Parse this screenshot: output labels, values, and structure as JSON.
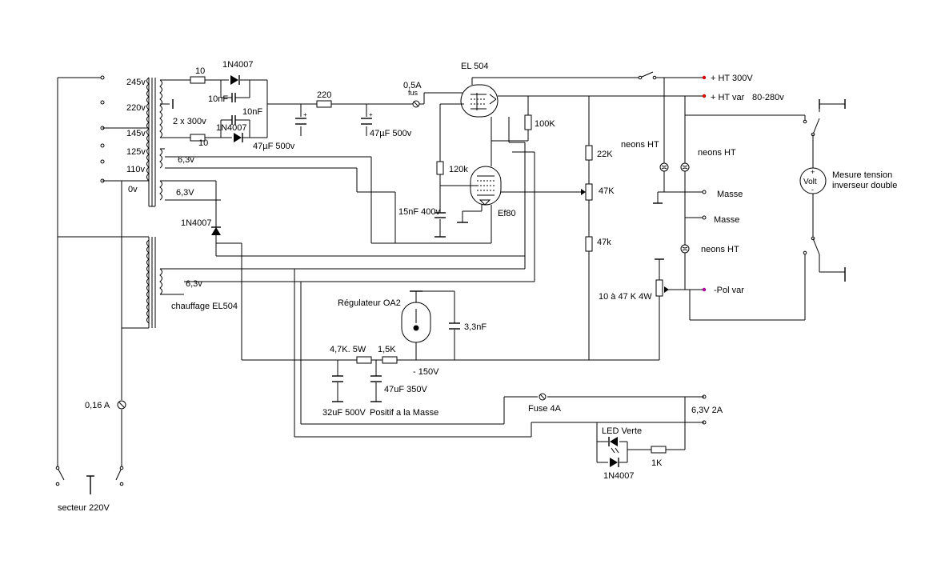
{
  "transformer_taps": [
    "245v",
    "220v",
    "145v",
    "125v",
    "110v",
    "0v"
  ],
  "secondary": {
    "ht": "2 x 300v",
    "heater1": "6,3v",
    "heater2": "6,3V",
    "heater3": "6,3v",
    "heater_label": "chauffage EL504"
  },
  "components": {
    "r10a": "10",
    "r10b": "10",
    "diode_a": "1N4007",
    "diode_b": "1N4007",
    "diode_c": "1N4007",
    "diode_d": "1N4007",
    "c10nf_a": "10nF",
    "c10nf_b": "10nF",
    "c47uf_a": "47µF 500v",
    "r220": "220",
    "c47uf_b": "47µF 500v",
    "fuse_ht": "0,5A",
    "fuse_ht_sub": "fus",
    "tube_el504": "EL 504",
    "tube_ef80": "Ef80",
    "r100k": "100K",
    "r120k": "120k",
    "c15nf": "15nF 400v",
    "r22k": "22K",
    "pot47k": "47K",
    "r47k": "47k",
    "reg_oa2": "Régulateur OA2",
    "c3nf": "3,3nF",
    "r47k5w": "4,7K. 5W",
    "r15k": "1,5K",
    "v150": "- 150V",
    "c47uf350": "47uF 350V",
    "c32uf": "32uF 500V",
    "positif_masse": "Positif a la Masse",
    "pot_polvar": "10 à 47 K 4W",
    "fuse_main": "0,16 A",
    "fuse_4a": "Fuse 4A",
    "led": "LED Verte",
    "r1k": "1K",
    "mains": "secteur 220V"
  },
  "outputs": {
    "ht300": "+ HT 300V",
    "htvar": "+ HT var",
    "htvar_range": "80-280v",
    "neons1": "neons HT",
    "neons2": "neons HT",
    "neons3": "neons HT",
    "masse1": "Masse",
    "masse2": "Masse",
    "polvar": "-Pol var",
    "out63": "6,3V 2A"
  },
  "voltmeter": {
    "symbol": "Volt",
    "plus": "+",
    "minus": "-",
    "label1": "Mesure tension",
    "label2": "inverseur double"
  },
  "colors": {
    "positive_terminal": "#d40000",
    "negative_terminal": "#b0009c"
  }
}
